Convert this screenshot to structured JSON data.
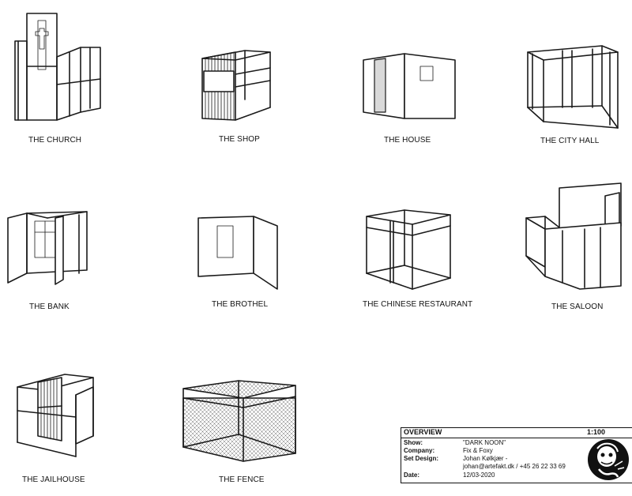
{
  "sets": [
    {
      "name": "THE CHURCH"
    },
    {
      "name": "THE SHOP"
    },
    {
      "name": "THE HOUSE"
    },
    {
      "name": "THE CITY HALL"
    },
    {
      "name": "THE BANK"
    },
    {
      "name": "THE BROTHEL"
    },
    {
      "name": "THE CHINESE RESTAURANT"
    },
    {
      "name": "THE SALOON"
    },
    {
      "name": "THE JAILHOUSE"
    },
    {
      "name": "THE FENCE"
    }
  ],
  "title_block": {
    "heading": "OVERVIEW",
    "scale": "1:100",
    "show_key": "Show:",
    "show_val": "\"DARK NOON\"",
    "company_key": "Company:",
    "company_val": "Fix & Foxy",
    "design_key": "Set Design:",
    "design_val": "Johan Kølkjær -",
    "contact_val": "johan@artefakt.dk / +45 26 22 33 69",
    "date_key": "Date:",
    "date_val": "12/03-2020",
    "logo_icon": "artist-caricature-logo"
  }
}
